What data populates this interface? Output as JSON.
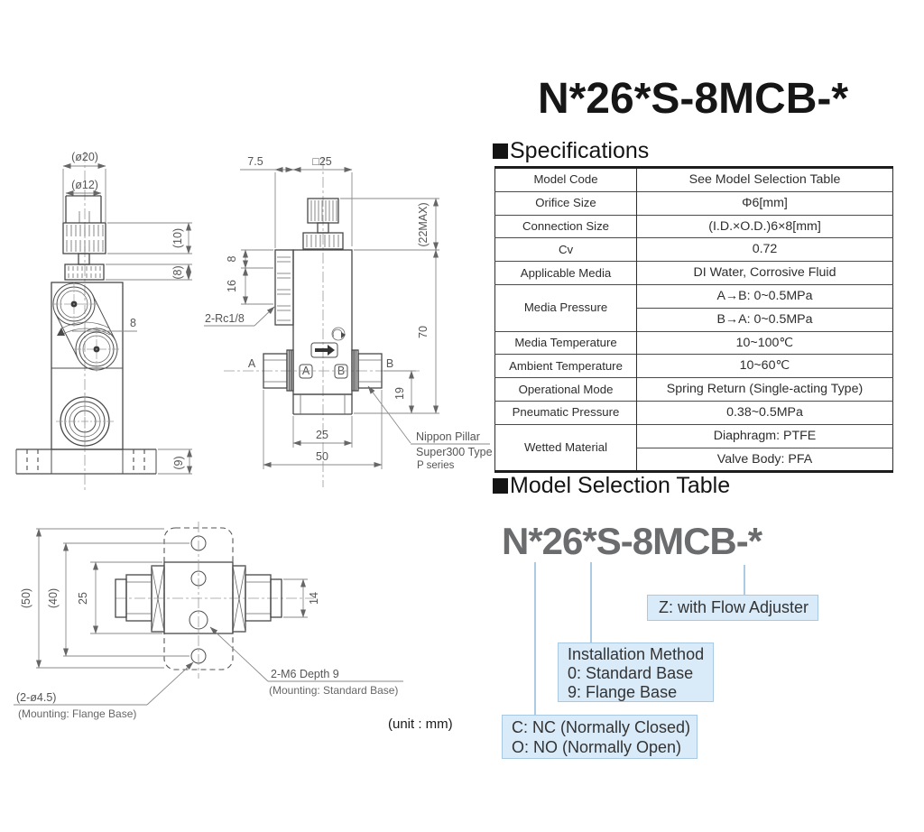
{
  "title": "N*26*S-8MCB-*",
  "specifications": {
    "heading": "Specifications",
    "rows": [
      {
        "label": "Model Code",
        "values": [
          "See Model Selection Table"
        ]
      },
      {
        "label": "Orifice Size",
        "values": [
          "Φ6[mm]"
        ]
      },
      {
        "label": "Connection Size",
        "values": [
          "(I.D.×O.D.)6×8[mm]"
        ]
      },
      {
        "label": "Cv",
        "values": [
          "0.72"
        ]
      },
      {
        "label": "Applicable Media",
        "values": [
          "DI Water, Corrosive Fluid"
        ]
      },
      {
        "label": "Media Pressure",
        "values": [
          "A→B: 0~0.5MPa",
          "B→A: 0~0.5MPa"
        ]
      },
      {
        "label": "Media Temperature",
        "values": [
          "10~100℃"
        ]
      },
      {
        "label": "Ambient Temperature",
        "values": [
          "10~60℃"
        ]
      },
      {
        "label": "Operational Mode",
        "values": [
          "Spring Return (Single-acting Type)"
        ]
      },
      {
        "label": "Pneumatic Pressure",
        "values": [
          "0.38~0.5MPa"
        ]
      },
      {
        "label": "Wetted Material",
        "values": [
          "Diaphragm: PTFE",
          "Valve Body: PFA"
        ]
      }
    ]
  },
  "model_selection": {
    "heading": "Model Selection Table",
    "model_code": "N*26*S-8MCB-*",
    "accent_fill": "#d9eaf8",
    "accent_border": "#a9c8e2",
    "options": {
      "flow_adjuster": "Z: with Flow Adjuster",
      "installation": [
        "Installation Method",
        "0: Standard Base",
        "9: Flange Base"
      ],
      "operation": [
        "C: NC (Normally Closed)",
        "O: NO (Normally Open)"
      ]
    }
  },
  "drawing": {
    "side": {
      "dia20": "(ø20)",
      "dia12": "(ø12)",
      "h10": "(10)",
      "h8": "(8)",
      "n8": "8",
      "h9": "(9)"
    },
    "front": {
      "w75": "7.5",
      "sq25": "□25",
      "max22": "(22MAX)",
      "h8": "8",
      "h16": "16",
      "rc": "2-Rc1/8",
      "h70": "70",
      "h19": "19",
      "port_a": "A",
      "port_b": "B",
      "box_a": "A",
      "box_b": "B",
      "w25": "25",
      "w50": "50",
      "maker1": "Nippon Pillar",
      "maker2": "Super300 Type",
      "maker3": "P series"
    },
    "bottom": {
      "h50": "(50)",
      "h40": "(40)",
      "h25": "25",
      "h14": "14",
      "m6": "2-M6 Depth 9",
      "m6_note": "(Mounting: Standard Base)",
      "holes": "(2-ø4.5)",
      "holes_note": "(Mounting: Flange Base)",
      "unit": "(unit : mm)"
    }
  }
}
